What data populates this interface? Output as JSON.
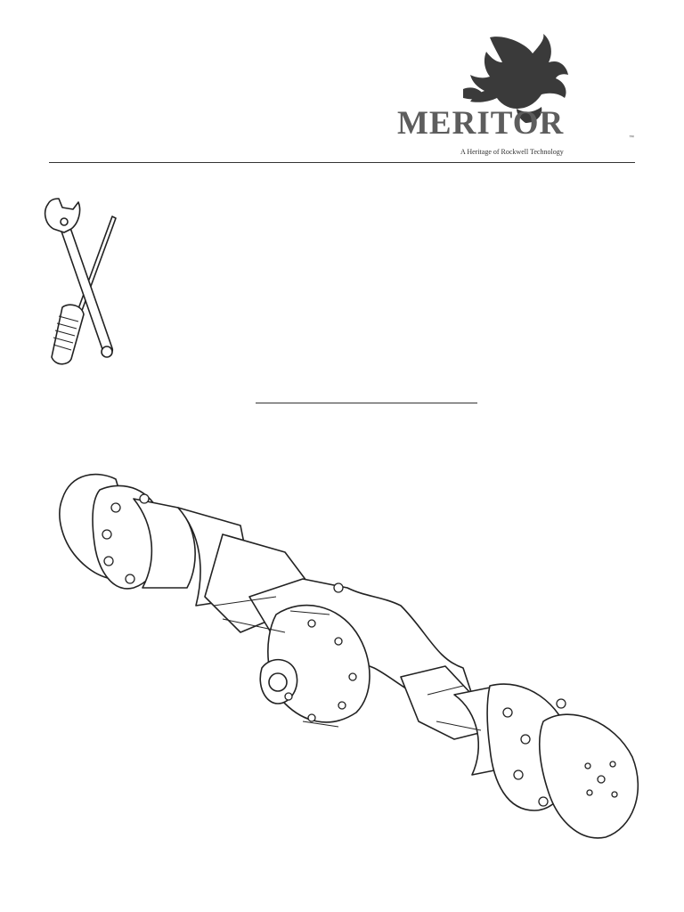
{
  "brand": {
    "name": "MERITOR",
    "trademark": "™",
    "tagline": "A Heritage of Rockwell Technology"
  },
  "icons": {
    "logo": "bull-logo-icon",
    "tools": "wrench-screwdriver-icon",
    "illustration": "drive-axle-illustration"
  },
  "colors": {
    "logo_gray": "#5d5d5d",
    "ink": "#222222"
  }
}
